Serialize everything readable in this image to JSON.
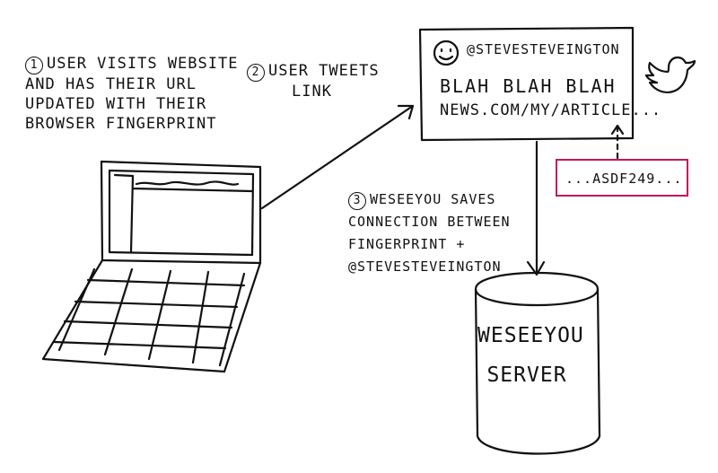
{
  "steps": {
    "step1": {
      "number": "1",
      "lines": [
        "USER VISITS WEBSITE",
        "AND HAS THEIR URL",
        "UPDATED WITH THEIR",
        "BROWSER FINGERPRINT"
      ]
    },
    "step2": {
      "number": "2",
      "lines": [
        "USER TWEETS",
        "LINK"
      ]
    },
    "step3": {
      "number": "3",
      "lines": [
        "WESEEYOU SAVES",
        "CONNECTION BETWEEN",
        "FINGERPRINT +",
        "@STEVESTEVEINGTON"
      ]
    }
  },
  "tweet": {
    "handle": "@STEVESTEVEINGTON",
    "body": "BLAH BLAH BLAH",
    "link": "NEWS.COM/MY/ARTICLE..."
  },
  "fingerprint": {
    "code": "...ASDF249..."
  },
  "server": {
    "lines": [
      "WESEEYOU",
      "SERVER"
    ]
  },
  "icons": [
    "laptop-icon",
    "smiley-avatar-icon",
    "twitter-bird-icon",
    "database-cylinder-icon"
  ],
  "colors": {
    "ink": "#111111",
    "fingerprint_box": "#c2185b"
  }
}
